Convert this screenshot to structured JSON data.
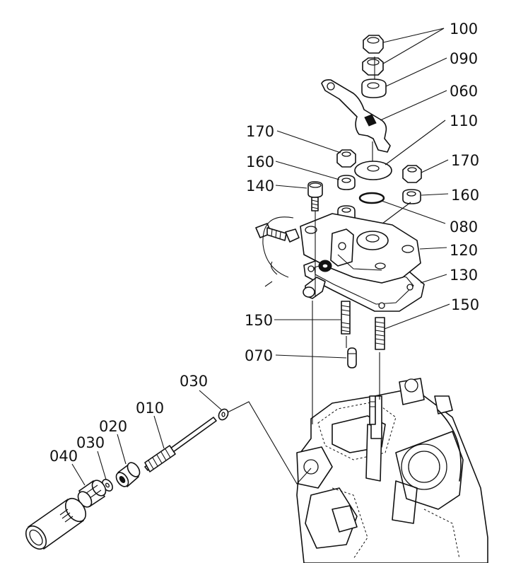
{
  "labels": {
    "p100": "100",
    "p090": "090",
    "p060": "060",
    "p110": "110",
    "p170a": "170",
    "p160a": "160",
    "p170b": "170",
    "p160b": "160",
    "p140": "140",
    "p080": "080",
    "p120": "120",
    "p130": "130",
    "p150a": "150",
    "p150b": "150",
    "p070": "070",
    "p030a": "030",
    "p010": "010",
    "p020": "020",
    "p030b": "030",
    "p040": "040"
  }
}
